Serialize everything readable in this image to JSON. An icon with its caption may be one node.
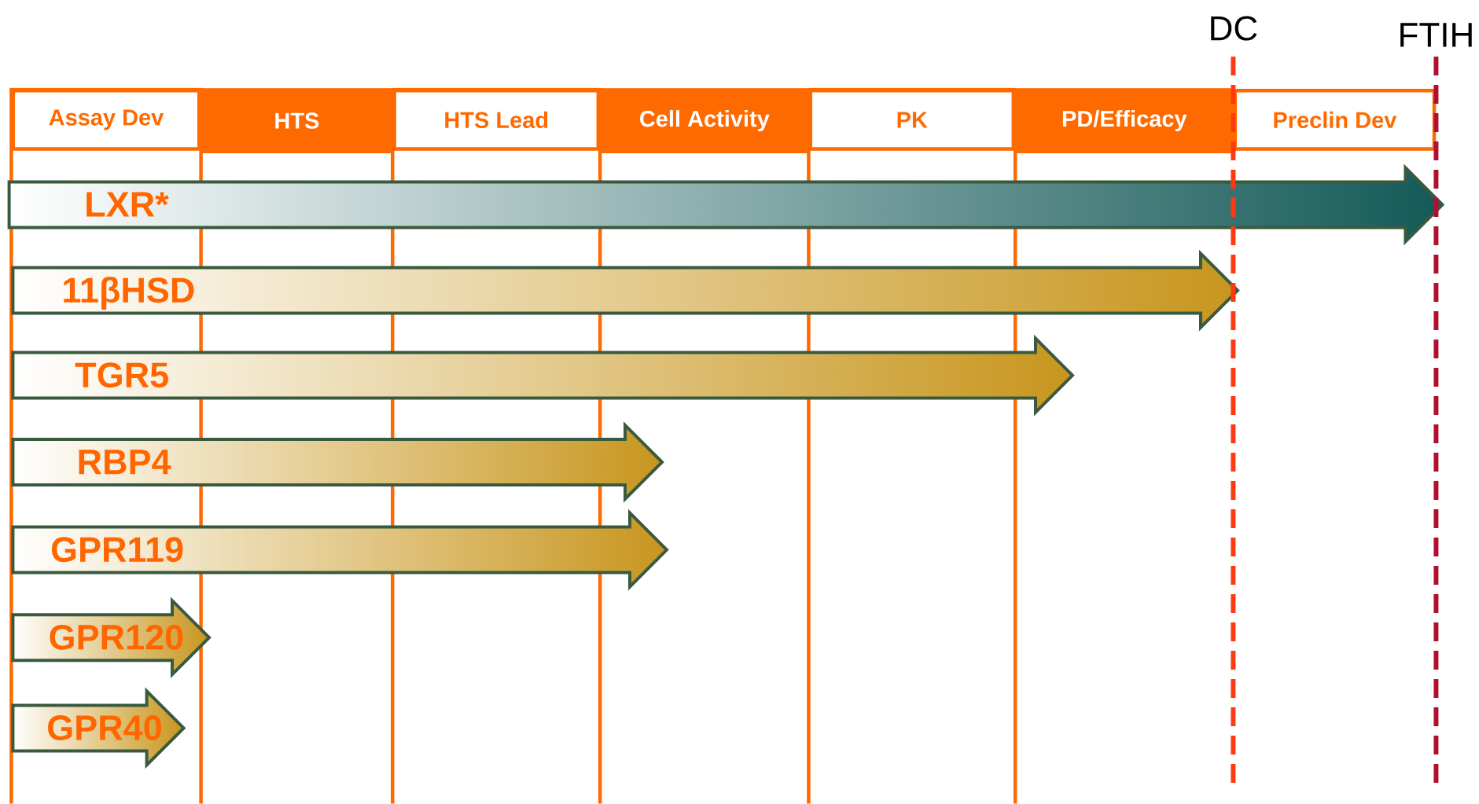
{
  "diagram": {
    "nodes": [
      {
        "text": [
          "Assay Dev"
        ]
      },
      {
        "text": [
          "HTS"
        ]
      },
      {
        "text": [
          "HTS Lead"
        ]
      },
      {
        "text": [
          "Cell Activity"
        ]
      },
      {
        "text": [
          "PK"
        ]
      },
      {
        "text": [
          "PD/Efficacy"
        ]
      },
      {
        "text": [
          "Preclin Dev"
        ]
      },
      {
        "text": [
          "LXR*"
        ]
      },
      {
        "text": [
          "11βHSD"
        ]
      },
      {
        "text": [
          "TGR5"
        ]
      },
      {
        "text": [
          "RBP4"
        ]
      },
      {
        "text": [
          "GPR119"
        ]
      },
      {
        "text": [
          "GPR120"
        ]
      },
      {
        "text": [
          "GPR40"
        ]
      }
    ],
    "edges": [],
    "labels": [
      "DC",
      "FTIH"
    ]
  }
}
